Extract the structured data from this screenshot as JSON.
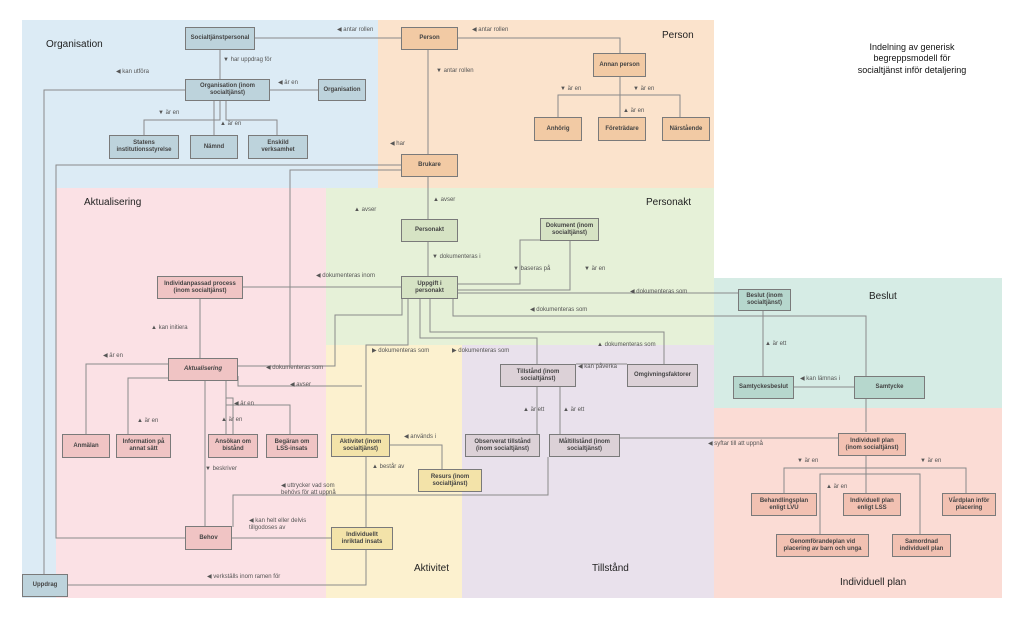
{
  "title": "Indelning av generisk\nbegreppsmodell för\nsocialtjänst inför detaljering",
  "regions": {
    "organisation": "Organisation",
    "person": "Person",
    "aktualisering": "Aktualisering",
    "personakt": "Personakt",
    "beslut": "Beslut",
    "aktivitet": "Aktivitet",
    "tillstand": "Tillstånd",
    "individuell_plan": "Individuell plan"
  },
  "boxes": {
    "socialtjanstpersonal": "Socialtjänstpersonal",
    "organisation_inom": "Organisation (inom\nsocialtjänst)",
    "organisation": "Organisation",
    "statens": "Statens\ninstitutionsstyrelse",
    "namnd": "Nämnd",
    "enskild": "Enskild\nverksamhet",
    "person": "Person",
    "annan_person": "Annan person",
    "anhorig": "Anhörig",
    "foretradare": "Företrädare",
    "narstaende": "Närstående",
    "brukare": "Brukare",
    "personakt": "Personakt",
    "dokument": "Dokument (inom\nsocialtjänst)",
    "uppgift": "Uppgift i\npersonakt",
    "individanpassad": "Individanpassad process\n(inom socialtjänst)",
    "aktualisering": "Aktualisering",
    "anmalan": "Anmälan",
    "information": "Information på\nannat sätt",
    "ansokan": "Ansökan om\nbistånd",
    "begaran": "Begäran om\nLSS-insats",
    "behov": "Behov",
    "uppdrag": "Uppdrag",
    "aktivitet": "Aktivitet (inom\nsocialtjänst)",
    "resurs": "Resurs (inom\nsocialtjänst)",
    "individuellt_insats": "Individuellt\ninriktad insats",
    "tillstand": "Tillstånd (inom\nsocialtjänst)",
    "omgivning": "Omgivningsfaktorer",
    "observerat": "Observerat tillstånd\n(inom socialtjänst)",
    "malltillstand": "Måltillstånd (inom\nsocialtjänst)",
    "beslut": "Beslut (inom\nsocialtjänst)",
    "samtyckesbeslut": "Samtyckesbeslut",
    "samtycke": "Samtycke",
    "individuell_plan": "Individuell plan\n(inom socialtjänst)",
    "behandlingsplan": "Behandlingsplan\nenligt LVU",
    "individuell_plan_lss": "Individuell plan\nenligt LSS",
    "vardplan": "Vårdplan inför\nplacering",
    "genomforandeplan": "Genomförandeplan vid\nplacering av barn och unga",
    "samordnad": "Samordnad\nindividuell plan"
  },
  "edges": {
    "antar_rollen_1": "◀ antar rollen",
    "antar_rollen_2": "◀ antar rollen",
    "antar_rollen_3": "▼ antar rollen",
    "har_uppdrag_for": "▼ har uppdrag för",
    "kan_utfora": "◀ kan utföra",
    "ar_en_org": "◀ är en",
    "ar_en_statens": "▼ är en",
    "ar_en_namnd": "▲ är en",
    "ar_en_anhorig": "▼ är en",
    "ar_en_foretradare": "▲ är en",
    "ar_en_narstaende": "▼ är en",
    "har": "◀ har",
    "avser_1": "▲ avser",
    "avser_2": "▲ avser",
    "dokumenteras_i": "▼ dokumenteras i",
    "baseras_pa": "▼ baseras på",
    "ar_en_dokument": "▼ är en",
    "dokumenteras_inom": "◀ dokumenteras inom",
    "dokumenteras_som_beslut": "◀ dokumenteras som",
    "dokumenteras_som_plan": "◀ dokumenteras som",
    "kan_initiera": "▲ kan initiera",
    "ar_en_aktual": "◀ är en",
    "dokumenteras_som_aktual": "◀ dokumenteras som",
    "avser_3": "◀ avser",
    "ar_en_information": "▲ är en",
    "ar_en_ansokan": "▲ är en",
    "ar_en_begaran": "◀ är en",
    "beskriver": "▼ beskriver",
    "dokumenteras_som_akt": "▶ dokumenteras som",
    "dokumenteras_som_till": "▶ dokumenteras som",
    "dokumenteras_som_omg": "▲ dokumenteras som",
    "kan_paverka": "◀ kan påverka",
    "ar_ett_obs": "▲ är ett",
    "ar_ett_mal": "▲ är ett",
    "anvands_i": "◀ används i",
    "bestar_av": "▲ består av",
    "uttrycker": "◀ uttrycker vad som\nbehövs för att uppnå",
    "kan_helt": "◀ kan helt eller delvis\ntillgodoses av",
    "verkstalls": "◀ verkställs inom ramen för",
    "syftar_till": "◀ syftar till att uppnå",
    "ar_ett_beslut": "▲ är ett",
    "kan_lamnas_i": "◀ kan lämnas i",
    "ar_en_plan_1": "▼ är en",
    "ar_en_plan_2": "▲ är en",
    "ar_en_plan_3": "▼ är en"
  }
}
